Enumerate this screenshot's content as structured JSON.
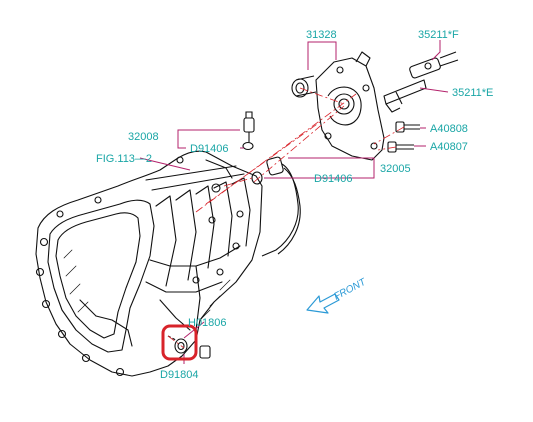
{
  "colors": {
    "label": "#1aa6a6",
    "leader": "#b3226b",
    "callout": "#d8232a",
    "centerline": "#d8232a",
    "linework": "#111111",
    "front_arrow": "#2c9ad6"
  },
  "labels": {
    "p31328": "31328",
    "p35211f": "35211*F",
    "p35211e": "35211*E",
    "p32008": "32008",
    "d91406_top": "D91406",
    "fig": "FIG.113—2",
    "a40808": "A40808",
    "a40807": "A40807",
    "d91406_bottom": "D91406",
    "p32005": "32005",
    "h01806": "H01806",
    "d91804": "D91804"
  },
  "front_label": "FRONT",
  "highlight": {
    "part": "H01806",
    "style": "rounded-rectangle"
  }
}
